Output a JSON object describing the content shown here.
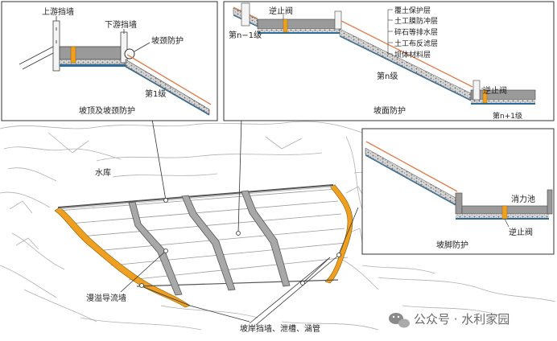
{
  "panels": {
    "crest": {
      "upstream_wall": "上游挡墙",
      "downstream_wall": "下游挡墙",
      "toe_protection": "坡颈防护",
      "step": "第1级",
      "caption": "坡顶及坡颈防护"
    },
    "slope": {
      "check_valve_top": "逆止阀",
      "step_n_minus_1": "第n−1级",
      "step_n": "第n级",
      "check_valve_bottom": "逆止阀",
      "step_n_plus_1": "第n+1级",
      "caption": "坡面防护",
      "layers": [
        "覆土保护层",
        "土工膜防冲层",
        "碎石等排水层",
        "土工布反滤层",
        "坝体材料层"
      ]
    },
    "foot": {
      "stilling_basin": "消力池",
      "check_valve": "逆止阀",
      "caption": "坡脚防护"
    }
  },
  "main": {
    "reservoir": "水库",
    "overflow_wall": "漫溢导流墙",
    "bank_facilities": "坡岸挡墙、泄槽、涵管"
  },
  "watermark": "公众号 · 水利家园",
  "colors": {
    "accent_orange": "#f0a020",
    "frame": "#333333",
    "gray_fill": "#9a9a9a",
    "light_gray": "#e2e2e2"
  }
}
